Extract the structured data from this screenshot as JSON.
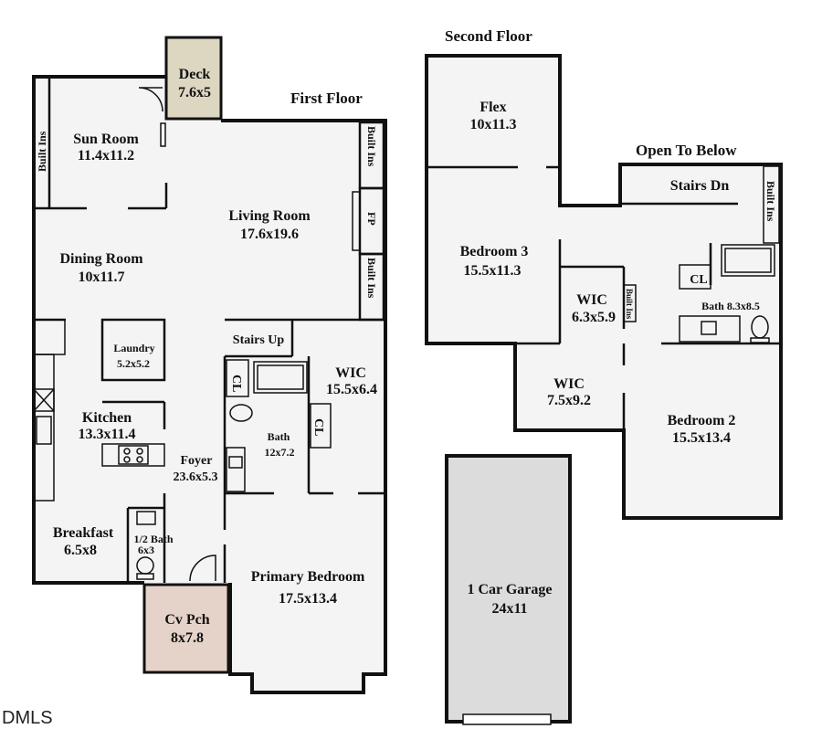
{
  "floors": {
    "first": {
      "title": "First Floor",
      "rooms": {
        "deck": {
          "name": "Deck",
          "size": "7.6x5"
        },
        "sun_room": {
          "name": "Sun Room",
          "size": "11.4x11.2"
        },
        "built_ins_left": "Built Ins",
        "built_ins_top": "Built Ins",
        "fp": "FP",
        "built_ins_lower": "Built Ins",
        "living_room": {
          "name": "Living Room",
          "size": "17.6x19.6"
        },
        "dining_room": {
          "name": "Dining Room",
          "size": "10x11.7"
        },
        "laundry": {
          "name": "Laundry",
          "size": "5.2x5.2"
        },
        "stairs_up": "Stairs Up",
        "wic": {
          "name": "WIC",
          "size": "15.5x6.4"
        },
        "cl_1": "CL",
        "cl_2": "CL",
        "kitchen": {
          "name": "Kitchen",
          "size": "13.3x11.4"
        },
        "bath": {
          "name": "Bath",
          "size": "12x7.2"
        },
        "foyer": {
          "name": "Foyer",
          "size": "23.6x5.3"
        },
        "breakfast": {
          "name": "Breakfast",
          "size": "6.5x8"
        },
        "half_bath": {
          "name": "1/2 Bath",
          "size": "6x3"
        },
        "primary_bedroom": {
          "name": "Primary Bedroom",
          "size": "17.5x13.4"
        },
        "cv_pch": {
          "name": "Cv Pch",
          "size": "8x7.8"
        }
      }
    },
    "second": {
      "title": "Second Floor",
      "open_to_below": "Open To Below",
      "rooms": {
        "flex": {
          "name": "Flex",
          "size": "10x11.3"
        },
        "stairs_dn": "Stairs Dn",
        "built_ins": "Built Ins",
        "bedroom3": {
          "name": "Bedroom 3",
          "size": "15.5x11.3"
        },
        "wic_a": {
          "name": "WIC",
          "size": "6.3x5.9"
        },
        "built_ins_small": "Built Ins",
        "cl": "CL",
        "bath": "Bath 8.3x8.5",
        "wic_b": {
          "name": "WIC",
          "size": "7.5x9.2"
        },
        "bedroom2": {
          "name": "Bedroom 2",
          "size": "15.5x13.4"
        }
      }
    },
    "garage": {
      "name": "1 Car Garage",
      "size": "24x11"
    }
  },
  "watermark": "DMLS",
  "colors": {
    "deck": "#ddd6c1",
    "porch": "#e5d3c9",
    "garage": "#dcdcdc",
    "floor": "#f4f4f4",
    "wall": "#111111"
  }
}
